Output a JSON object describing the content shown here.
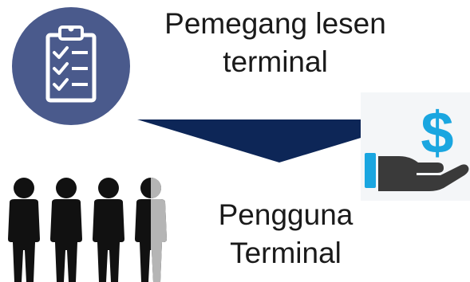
{
  "top_label": {
    "line1": "Pemegang lesen",
    "line2": "terminal"
  },
  "bottom_label": {
    "line1": "Pengguna",
    "line2": "Terminal"
  },
  "icons": {
    "clipboard": "clipboard-checklist-icon",
    "payment": "hand-dollar-icon",
    "people": "people-group-icon",
    "arrow": "down-arrow-triangle"
  },
  "colors": {
    "clipboard_circle": "#4a5a8c",
    "arrow": "#0d2657",
    "dollar": "#1aa6e0",
    "hand": "#3a3a3a",
    "cuff": "#1aa6e0",
    "people": "#111111"
  }
}
